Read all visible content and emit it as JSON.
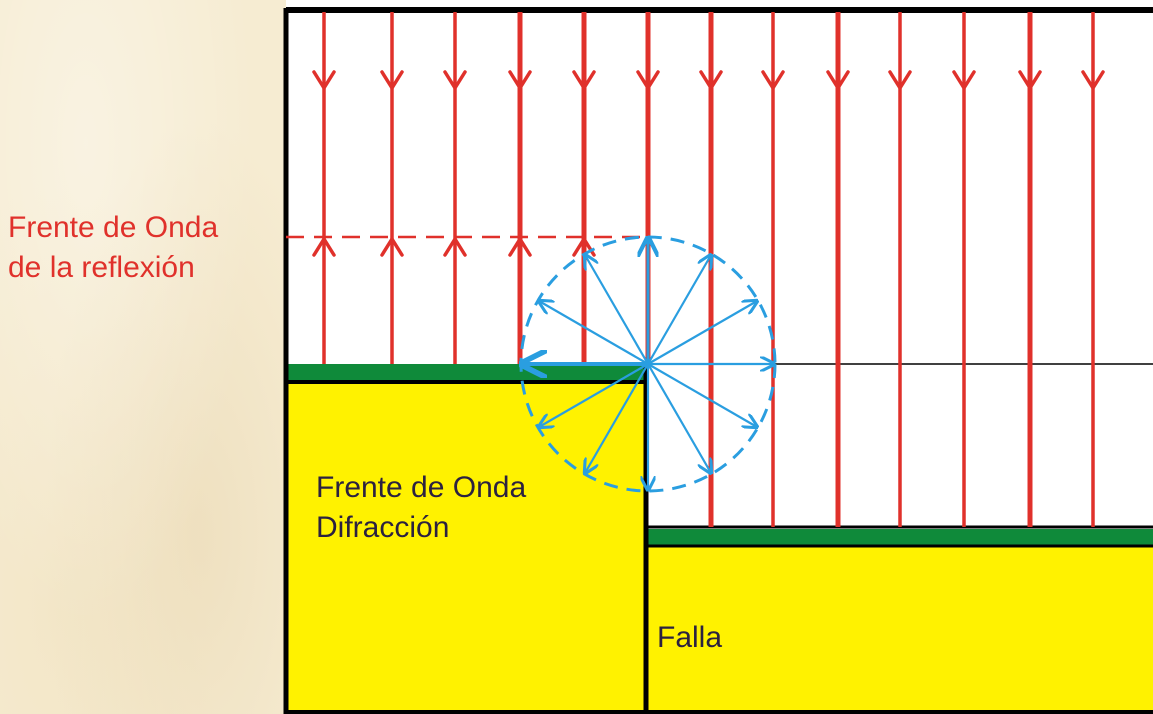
{
  "labels": {
    "reflection_front_line1": "Frente de Onda",
    "reflection_front_line2": "de la reflexión",
    "diffraction_front_line1": "Frente de Onda",
    "diffraction_front_line2": "Difracción",
    "fault": "Falla"
  },
  "colors": {
    "background_parchment": "#f6ecd2",
    "incident_rays": "#e0312b",
    "diffraction_rays": "#2a9ee0",
    "reflector": "#0f8a3a",
    "rock_layer": "#fff200",
    "outline": "#000000"
  }
}
